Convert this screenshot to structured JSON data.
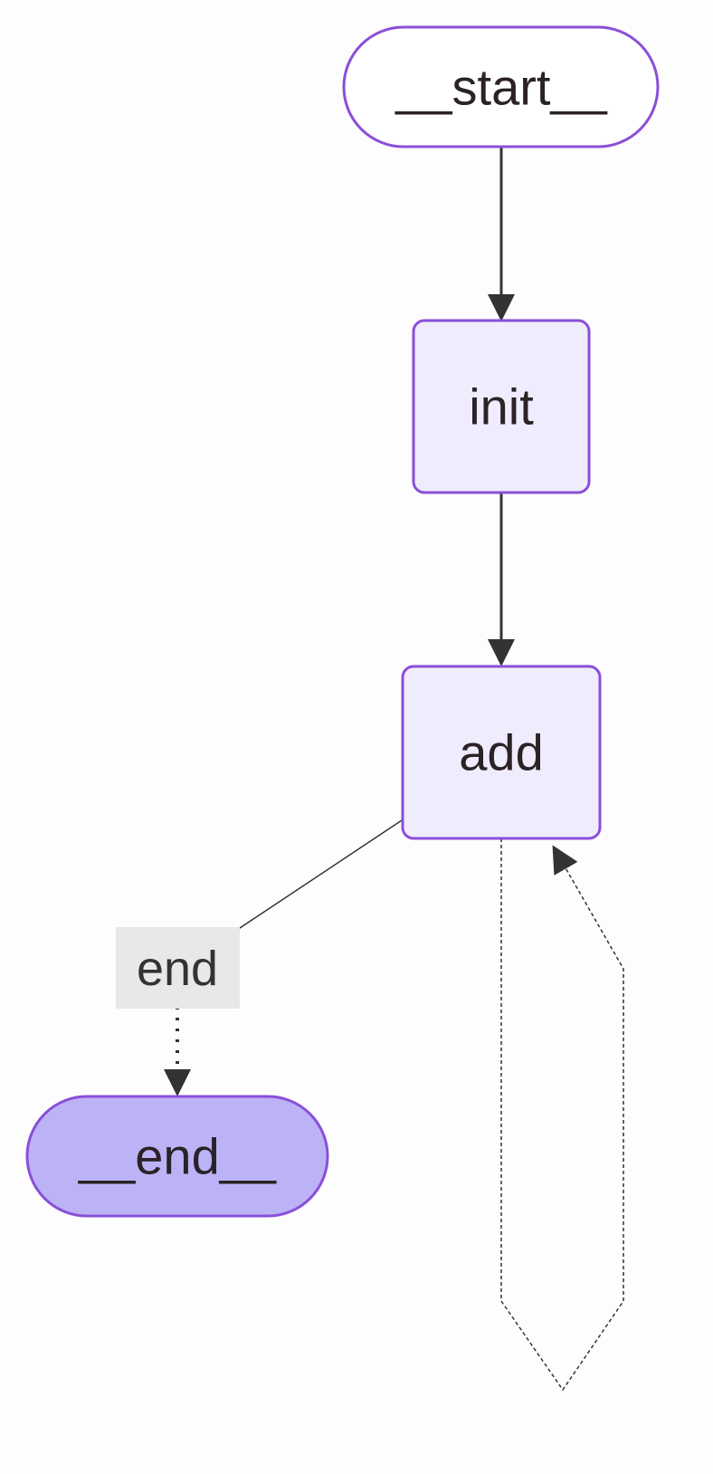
{
  "diagram": {
    "nodes": {
      "start": {
        "label": "__start__",
        "kind": "terminal"
      },
      "init": {
        "label": "init",
        "kind": "process"
      },
      "add": {
        "label": "add",
        "kind": "process"
      },
      "end": {
        "label": "__end__",
        "kind": "terminal-final"
      }
    },
    "edges": [
      {
        "from": "start",
        "to": "init",
        "style": "solid",
        "label": ""
      },
      {
        "from": "init",
        "to": "add",
        "style": "solid",
        "label": ""
      },
      {
        "from": "add",
        "to": "end",
        "style": "dotted",
        "label": "end"
      },
      {
        "from": "add",
        "to": "add",
        "style": "dashed",
        "label": ""
      }
    ],
    "edge_label_end": "end"
  },
  "colors": {
    "node_fill": "#efecfd",
    "node_border": "#8a4fd8",
    "terminal_fill": "#ffffff",
    "final_fill": "#bcb3f7",
    "edge": "#333333",
    "edge_label_bg": "#e8e8e8"
  }
}
